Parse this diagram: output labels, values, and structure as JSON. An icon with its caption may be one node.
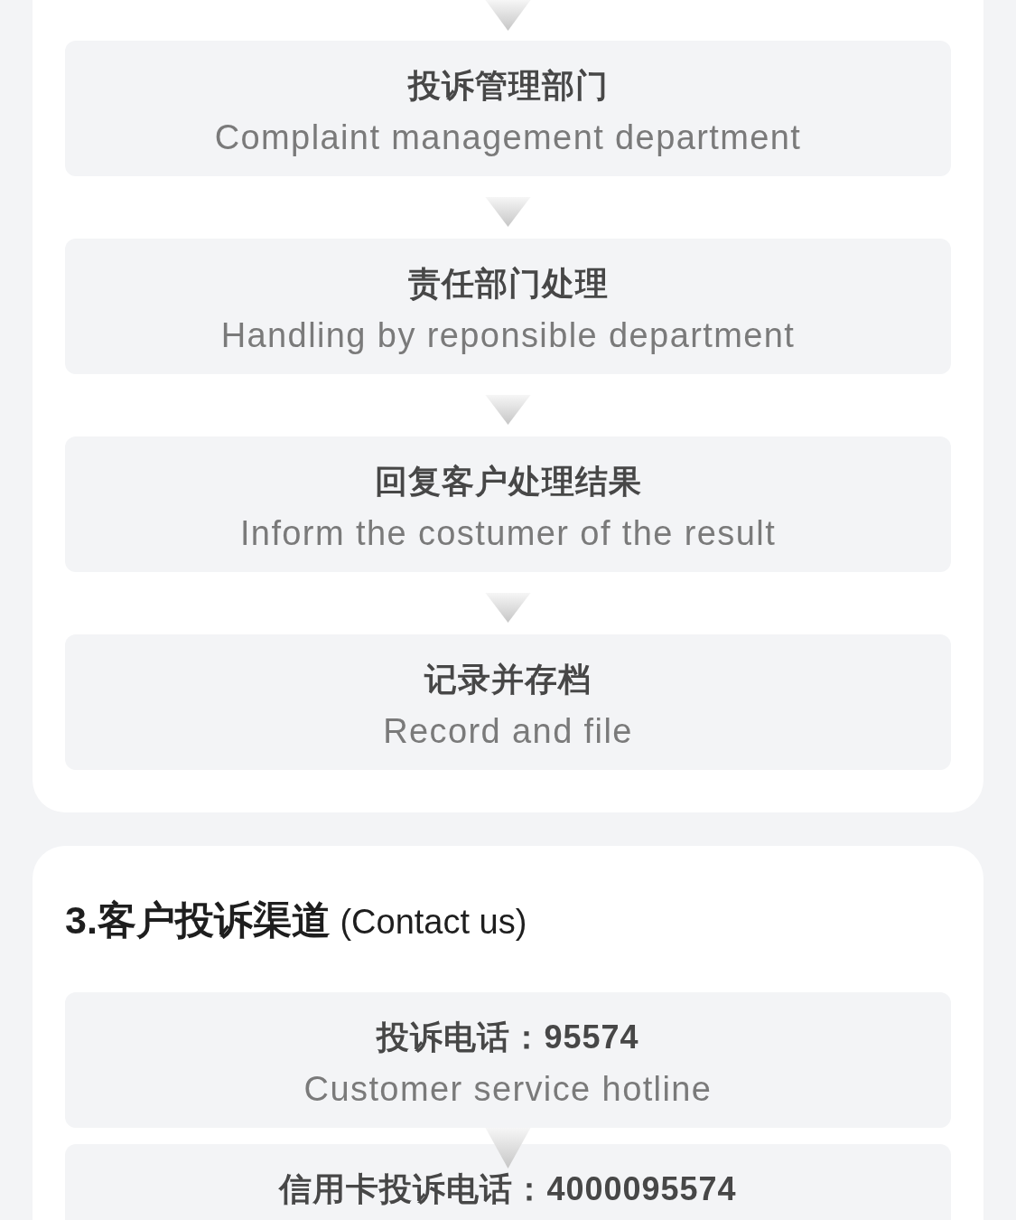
{
  "diagram": {
    "title": "**3.客户投诉渠道** (Contact us)",
    "nodes": [
      {
        "text": [
          "投诉管理部门",
          "Complaint management department"
        ]
      },
      {
        "text": [
          "责任部门处理",
          "Handling by reponsible department"
        ]
      },
      {
        "text": [
          "回复客户处理结果",
          "Inform the costumer of the result"
        ]
      },
      {
        "text": [
          "记录并存档",
          "Record and file"
        ]
      },
      {
        "text": [
          "投诉电话：95574",
          "Customer service hotline"
        ]
      },
      {
        "text": [
          "信用卡投诉电话：4000095574"
        ]
      }
    ],
    "edges": [
      {
        "from": null,
        "to": 0,
        "arrow": "to"
      },
      {
        "from": 0,
        "to": 1,
        "arrow": "to"
      },
      {
        "from": 1,
        "to": 2,
        "arrow": "to"
      },
      {
        "from": 2,
        "to": 3,
        "arrow": "to"
      },
      {
        "from": 4,
        "to": 5,
        "arrow": "to"
      }
    ]
  }
}
